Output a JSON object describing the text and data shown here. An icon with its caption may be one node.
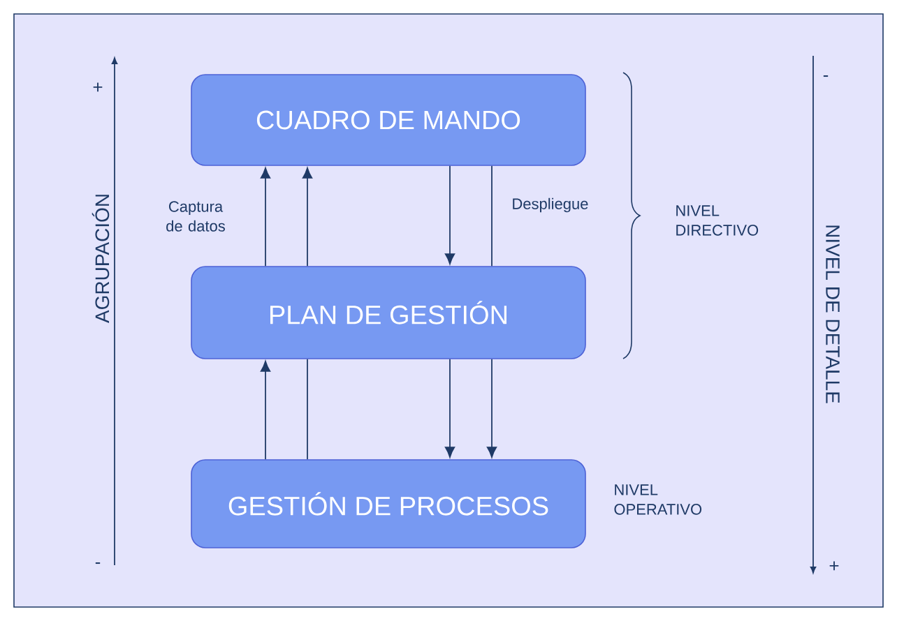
{
  "diagram": {
    "nodes": [
      {
        "text": [
          "CUADRO DE MANDO"
        ]
      },
      {
        "text": [
          "PLAN DE GESTIÓN"
        ]
      },
      {
        "text": [
          "GESTIÓN DE PROCESOS"
        ]
      }
    ],
    "edges": [
      {
        "from": 1,
        "to": 0,
        "arrow": "to"
      },
      {
        "from": 1,
        "to": 0,
        "arrow": "to"
      },
      {
        "from": 0,
        "to": 1,
        "arrow": "to"
      },
      {
        "from": 0,
        "to": 1,
        "arrow": "none"
      },
      {
        "from": 2,
        "to": 1,
        "arrow": "to"
      },
      {
        "from": 2,
        "to": 1,
        "arrow": "none"
      },
      {
        "from": 1,
        "to": 2,
        "arrow": "to"
      },
      {
        "from": 1,
        "to": 2,
        "arrow": "to"
      }
    ],
    "labels": [
      "+",
      "AGRUPACIÓN",
      "-",
      "Captura de datos",
      "Despliegue",
      "NIVEL DIRECTIVO",
      "NIVEL OPERATIVO",
      "-",
      "NIVEL DE DETALLE",
      "+"
    ]
  }
}
